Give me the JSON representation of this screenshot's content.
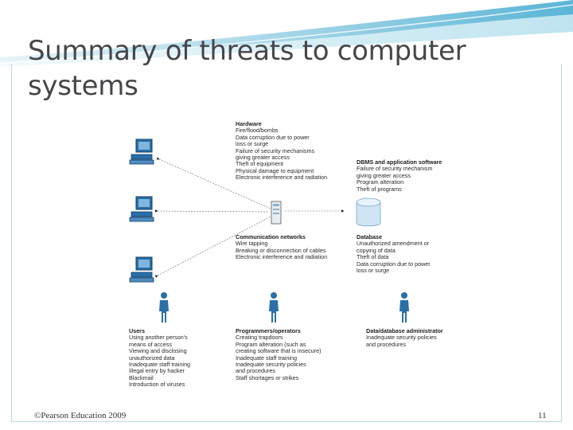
{
  "slide": {
    "title": "Summary of threats to computer systems",
    "footer": "©Pearson Education 2009",
    "page_number": "11"
  },
  "diagram": {
    "hardware": {
      "heading": "Hardware",
      "lines": [
        "Fire/flood/bombs",
        "Data corruption due to power",
        "loss or surge",
        "Failure of security mechanisms",
        "giving greater access",
        "Theft of equipment",
        "Physical damage to equipment",
        "Electronic interference and radiation"
      ]
    },
    "dbms": {
      "heading": "DBMS and application software",
      "lines": [
        "Failure of security mechanism",
        "giving greater access",
        "Program alteration",
        "Theft of programs"
      ]
    },
    "communication": {
      "heading": "Communication networks",
      "lines": [
        "Wire tapping",
        "Breaking or disconnection of cables",
        "Electronic interference and radiation"
      ]
    },
    "database": {
      "heading": "Database",
      "lines": [
        "Unauthorized amendment or",
        "copying of data",
        "Theft of data",
        "Data corruption due to power",
        "loss or surge"
      ]
    },
    "users": {
      "heading": "Users",
      "lines": [
        "Using another person's",
        "means of access",
        "Viewing and disclosing",
        "unauthorized data",
        "Inadequate staff training",
        "Illegal entry by hacker",
        "Blackmail",
        "Introduction of viruses"
      ]
    },
    "programmers": {
      "heading": "Programmers/operators",
      "lines": [
        "Creating trapdoors",
        "Program alteration (such as",
        "creating software that is insecure)",
        "Inadequate staff training",
        "Inadequate security policies",
        "and procedures",
        "Staff shortages or strikes"
      ]
    },
    "dba": {
      "heading": "Data/database administrator",
      "lines": [
        "Inadequate security policies",
        "and procedures"
      ]
    }
  },
  "colors": {
    "accent": "#5cb4d2",
    "icon_blue": "#2a6fa8",
    "title": "#46464a"
  }
}
